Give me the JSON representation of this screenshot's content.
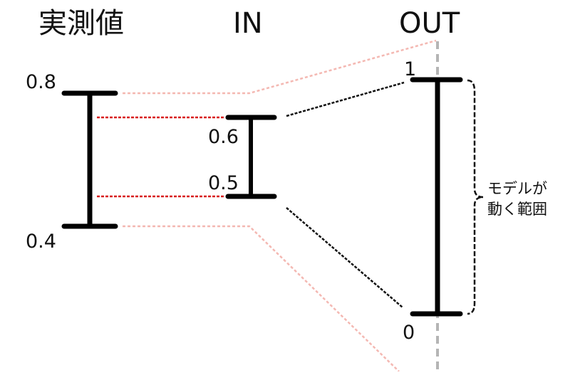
{
  "headings": {
    "measured": "実測値",
    "input": "IN",
    "output": "OUT"
  },
  "measured_scale": {
    "top": "0.8",
    "bottom": "0.4"
  },
  "input_scale": {
    "top": "0.6",
    "bottom": "0.5"
  },
  "output_scale": {
    "top": "1",
    "bottom": "0"
  },
  "annotation": {
    "line1": "モデルが",
    "line2": "動く範囲"
  },
  "colors": {
    "bars": "#000000",
    "connector_light": "#f4b8b2",
    "connector_red": "#d81e1e",
    "connector_dark": "#111111",
    "center_axis": "#b5b5b5"
  }
}
